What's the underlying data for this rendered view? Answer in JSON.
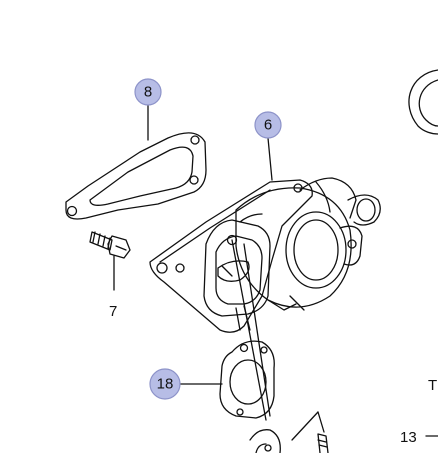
{
  "diagram": {
    "callouts": [
      {
        "id": "8",
        "text": "8"
      },
      {
        "id": "6",
        "text": "6"
      },
      {
        "id": "18",
        "text": "18"
      }
    ],
    "plain_labels": [
      {
        "id": "7",
        "text": "7"
      },
      {
        "id": "13",
        "text": "13"
      },
      {
        "id": "T",
        "text": "T"
      }
    ],
    "colors": {
      "line": "#111111",
      "bubble_fill": "#b7bde6",
      "bubble_stroke": "#8d93c9",
      "background": "#ffffff"
    }
  }
}
